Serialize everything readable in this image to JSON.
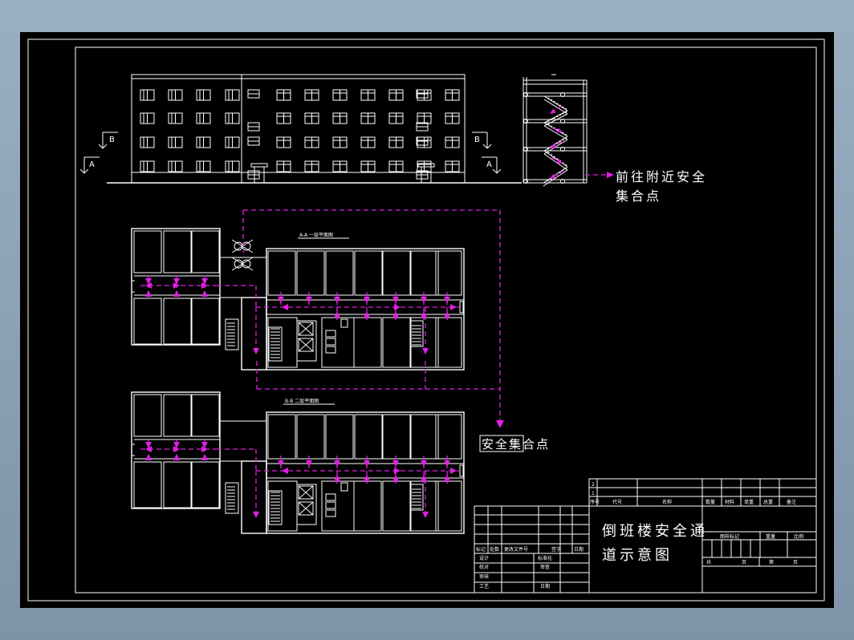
{
  "window": {
    "background": "#8fa4b8",
    "sheet_background": "#000000"
  },
  "colors": {
    "line": "#ffffff",
    "route": "#e020e0"
  },
  "elevation": {
    "section_marks": [
      "B",
      "A",
      "B",
      "A"
    ]
  },
  "stair_section": {
    "exit_label_line1": "前往附近安全",
    "exit_label_line2": "集合点"
  },
  "plans": {
    "floor1_title": "A-A 一层平面图",
    "floor2_title": "B-B 二层平面图",
    "assembly_point": "安全集合点"
  },
  "title_block": {
    "drawing_title_line1": "倒班楼安全通",
    "drawing_title_line2": "道示意图",
    "parts_rows": [
      "2",
      "1"
    ],
    "parts_header": [
      "序号",
      "代号",
      "名称",
      "数量",
      "材料",
      "单重",
      "总重",
      "备注"
    ],
    "revision_header": [
      "标记",
      "处数",
      "更改文件号",
      "签字",
      "日期"
    ],
    "signoff_rows": [
      {
        "role": "设计",
        "right": "标准化"
      },
      {
        "role": "校对",
        "right": "审查"
      },
      {
        "role": "审核",
        "right": ""
      },
      {
        "role": "工艺",
        "right": "日期"
      }
    ],
    "stage_header": [
      "图样标记",
      "重量",
      "比例"
    ],
    "sheet_info": [
      "共",
      "页",
      "第",
      "页"
    ]
  }
}
